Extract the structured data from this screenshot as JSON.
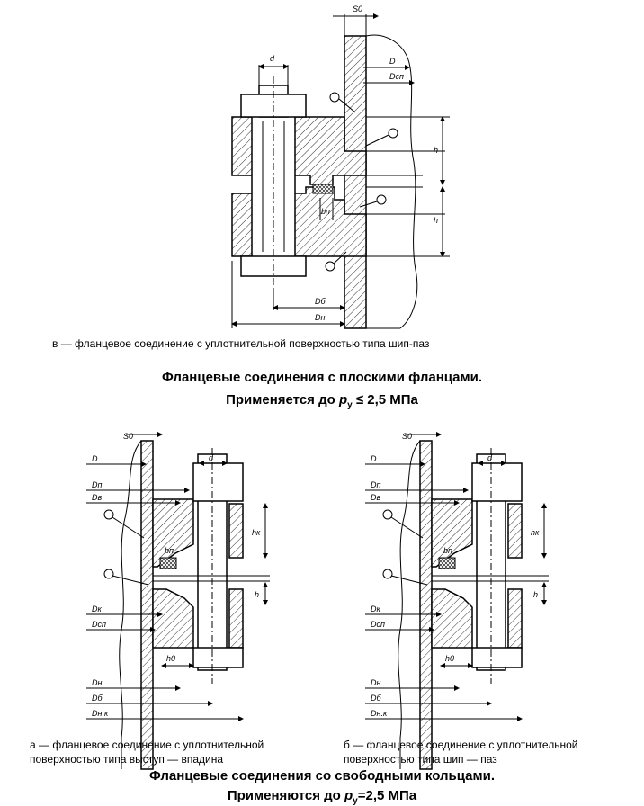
{
  "figure_v": {
    "labels": {
      "s0": "S0",
      "d": "d",
      "D": "D",
      "Dcn": "Dсп",
      "h1": "h",
      "h2": "h",
      "bn": "bп",
      "Db": "Dб",
      "Dn": "Dн"
    },
    "caption": "в — фланцевое соединение с уплотнительной поверхностью  типа шип-паз"
  },
  "heading_1": {
    "line1": "Фланцевые соединения с плоскими фланцами.",
    "line2_prefix": "Применяется до ",
    "line2_var": "p",
    "line2_sub": "у",
    "line2_suffix": " ≤ 2,5 МПа"
  },
  "figure_a": {
    "labels": {
      "s0": "S0",
      "d": "d",
      "D": "D",
      "Dn": "Dп",
      "Ds": "Dв",
      "hk": "hк",
      "bn": "bп",
      "h": "h",
      "Dk": "Dк",
      "Dcn": "Dсп",
      "h0": "h0",
      "Dh": "Dн",
      "Db": "Dб",
      "Dhk": "Dн.к"
    },
    "caption_line1": "а — фланцевое соединение с уплотнительной",
    "caption_line2": "поверхностью типа выступ — впадина"
  },
  "figure_b": {
    "labels": {
      "s0": "S0",
      "d": "d",
      "D": "D",
      "Dn": "Dп",
      "Ds": "Dв",
      "hk": "hк",
      "bn": "bп",
      "h": "h",
      "Dk": "Dк",
      "Dcn": "Dсп",
      "h0": "h0",
      "Dh": "Dн",
      "Db": "Dб",
      "Dhk": "Dн.к"
    },
    "caption_line1": "б — фланцевое соединение с уплотнительной",
    "caption_line2": "поверхностью типа шип — паз"
  },
  "heading_2": {
    "line1": "Фланцевые соединения со свободными кольцами.",
    "line2_prefix": "Применяются до ",
    "line2_var": "p",
    "line2_sub": "у",
    "line2_suffix": "=2,5 МПа"
  }
}
